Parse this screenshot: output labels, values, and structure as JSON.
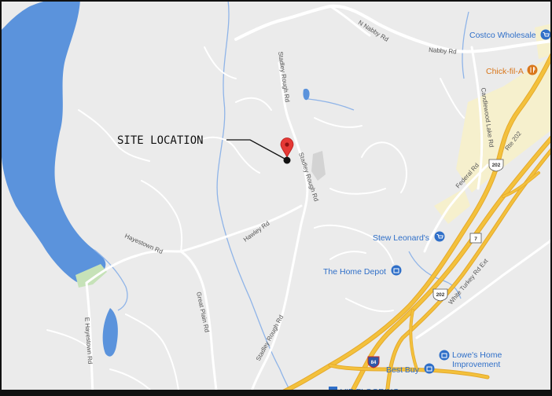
{
  "annotation": {
    "label": "SITE LOCATION"
  },
  "roads": {
    "n_nabby": "N Nabby Rd",
    "nabby": "Nabby Rd",
    "stadley_rough_north": "Stadley Rough Rd",
    "stadley_rough_mid": "Stadley Rough Rd",
    "stadley_rough_south": "Stadley Rough Rd",
    "candlewood_lake": "Candlewood Lake Rd",
    "federal": "Federal Rd",
    "rte_202": "Rte 202",
    "white_turkey": "White Turkey Rd Ext",
    "hawley": "Hawley Rd",
    "hayestown": "Hayestown Rd",
    "e_hayestown": "E Hayestown Rd",
    "great_plain": "Great Plain Rd"
  },
  "shields": {
    "us202_top": "202",
    "us202_bottom": "202",
    "route7": "7",
    "i84": "84"
  },
  "pois": {
    "costco": "Costco Wholesale",
    "chickfila": "Chick-fil-A",
    "stew_leonards": "Stew Leonard's",
    "home_depot": "The Home Depot",
    "lowes_line1": "Lowe's Home",
    "lowes_line2": "Improvement",
    "best_buy": "Best Buy",
    "vip_flooring": "VIP FLOORING"
  },
  "colors": {
    "land": "#ebebeb",
    "water": "#5b93dc",
    "stream": "#8fb4e8",
    "local_road": "#ffffff",
    "highway": "#f3c13c",
    "highway_edge": "#e5a92c",
    "commercial": "#f6f0cd",
    "park": "#c6e2b8",
    "pin": "#e53935",
    "poi_blue": "#2f6fc8",
    "poi_orange": "#d9761a",
    "border": "#111111"
  }
}
